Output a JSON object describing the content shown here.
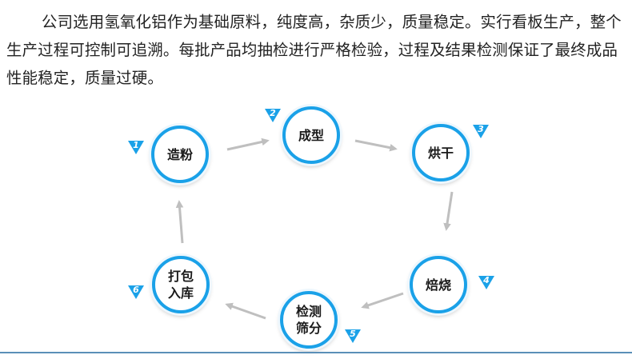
{
  "description": {
    "text": "公司选用氢氧化铝作为基础原料，纯度高，杂质少，质量稳定。实行看板生产，整个生产过程可控制可追溯。每批产品均抽检进行严格检验，过程及结果检测保证了最终成品性能稳定，质量过硬。"
  },
  "process": {
    "steps": [
      {
        "number": "1",
        "label": "造粉"
      },
      {
        "number": "2",
        "label": "成型"
      },
      {
        "number": "3",
        "label": "烘干"
      },
      {
        "number": "4",
        "label": "焙烧"
      },
      {
        "number": "5",
        "label": "检测\n筛分"
      },
      {
        "number": "6",
        "label": "打包\n入库"
      }
    ]
  },
  "colors": {
    "accent": "#1aa1e8",
    "arrow": "#bfbfbf",
    "rule": "#5a8fb8"
  }
}
